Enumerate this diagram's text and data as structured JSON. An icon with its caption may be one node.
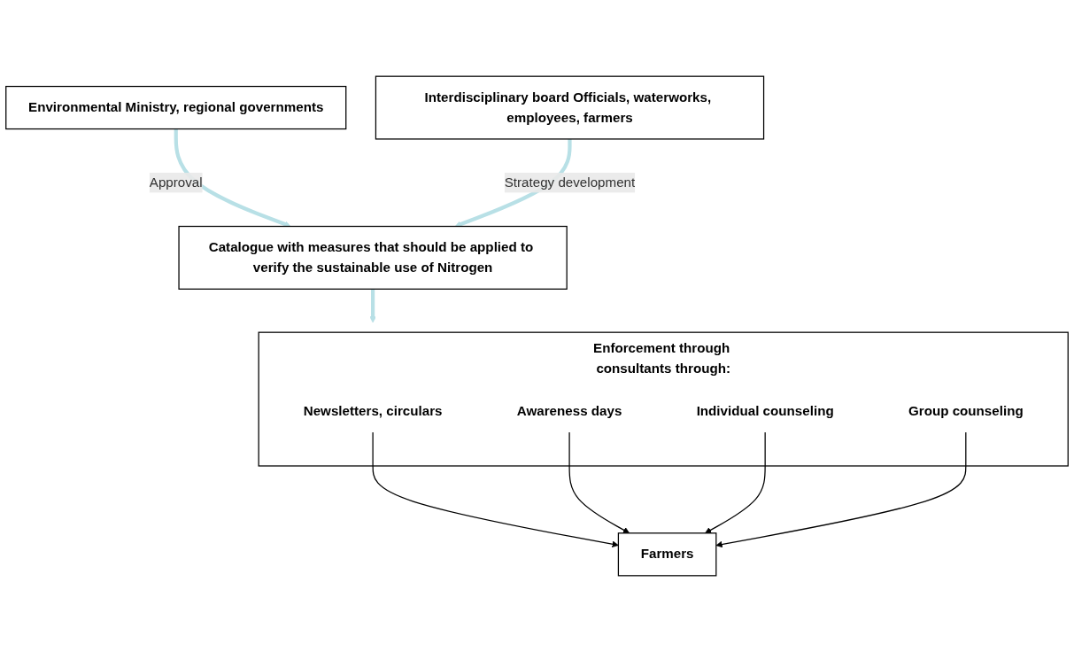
{
  "diagram": {
    "nodes": [
      {
        "text": [
          "Environmental Ministry, regional governments"
        ]
      },
      {
        "text": [
          "Interdisciplinary board Officials, waterworks, employees, farmers"
        ]
      },
      {
        "text": [
          "Catalogue with measures that should be applied to verify the sustainable use of Nitrogen"
        ]
      },
      {
        "text": [
          "Enforcement through consultants through:"
        ]
      },
      {
        "text": [
          "Newsletters, circulars"
        ],
        "in": 3
      },
      {
        "text": [
          "Awareness days"
        ],
        "in": 3
      },
      {
        "text": [
          "Individual counseling"
        ],
        "in": 3
      },
      {
        "text": [
          "Group counseling"
        ],
        "in": 3
      },
      {
        "text": [
          "Farmers"
        ]
      }
    ],
    "edges": [
      {
        "from": 0,
        "to": 2,
        "arrow": "to",
        "label": "Approval",
        "style": "thick",
        "color": "#b8e0e6"
      },
      {
        "from": 1,
        "to": 2,
        "arrow": "to",
        "label": "Strategy development",
        "style": "thick",
        "color": "#b8e0e6"
      },
      {
        "from": 2,
        "to": 3,
        "arrow": "to",
        "style": "thick",
        "color": "#b8e0e6"
      },
      {
        "from": 4,
        "to": 8,
        "arrow": "to"
      },
      {
        "from": 5,
        "to": 8,
        "arrow": "to"
      },
      {
        "from": 6,
        "to": 8,
        "arrow": "to"
      },
      {
        "from": 7,
        "to": 8,
        "arrow": "to"
      }
    ]
  }
}
